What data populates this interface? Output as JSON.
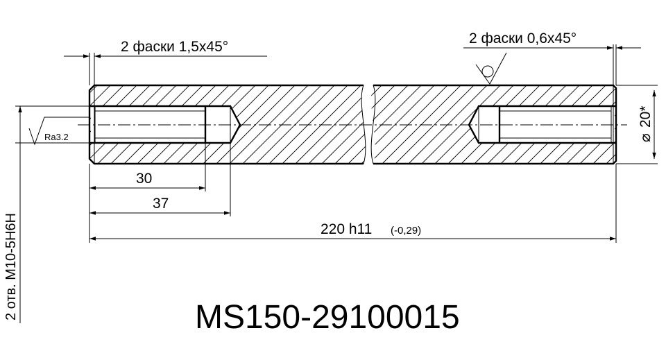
{
  "drawing": {
    "chamfer_left": "2 фаски 1,5х45°",
    "chamfer_right": "2 фаски 0,6х45°",
    "roughness": "Ra3.2",
    "diameter": "20*",
    "diameter_symbol": "⌀",
    "dim_30": "30",
    "dim_37": "37",
    "dim_220": "220 h11",
    "dim_220_tol": "(-0,29)",
    "holes_note": "2 отв. М10-5Н6Н",
    "part_number": "MS150-29100015"
  }
}
